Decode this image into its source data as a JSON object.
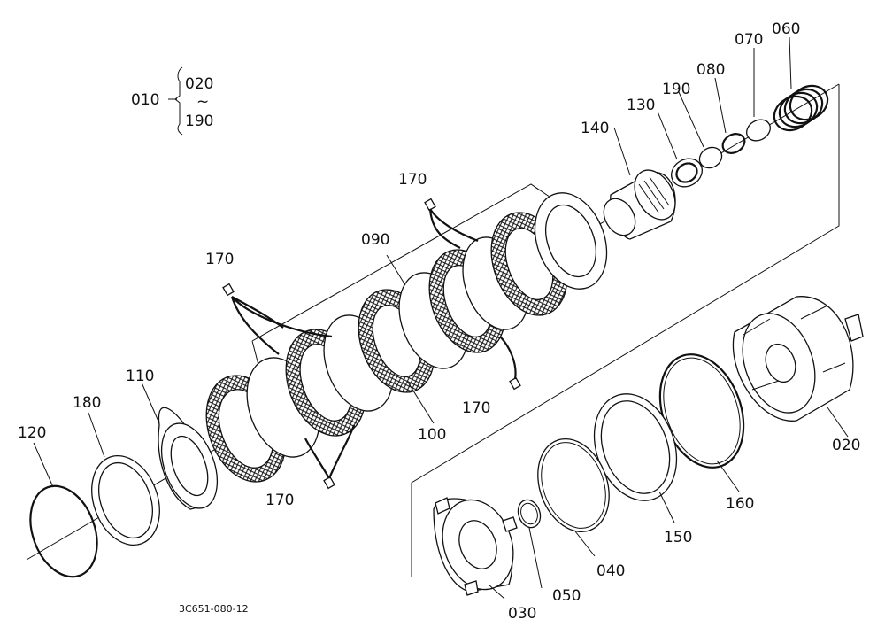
{
  "assembly": {
    "id": "010",
    "range_from": "020",
    "range_tilde": "~",
    "range_to": "190"
  },
  "labels": {
    "p020": "020",
    "p030": "030",
    "p040": "040",
    "p050": "050",
    "p060": "060",
    "p070": "070",
    "p080": "080",
    "p090": "090",
    "p100": "100",
    "p110": "110",
    "p120": "120",
    "p130": "130",
    "p140": "140",
    "p150": "150",
    "p160": "160",
    "p170": "170",
    "p180": "180",
    "p190": "190"
  },
  "drawing_code": "3C651-080-12"
}
